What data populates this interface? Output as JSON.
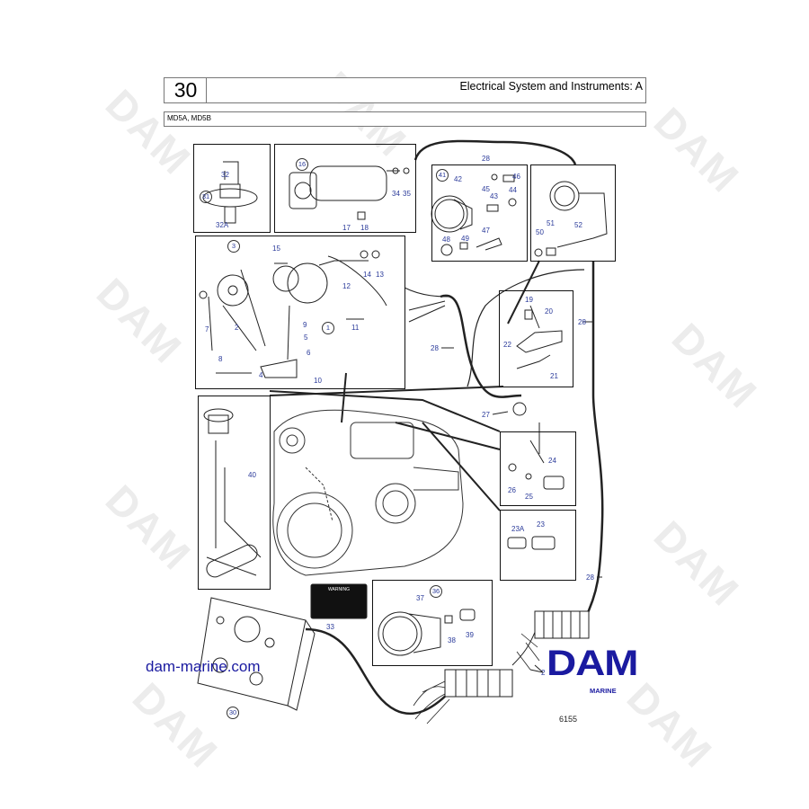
{
  "header": {
    "section_number": "30",
    "title": "Electrical System and Instruments: A",
    "models": "MD5A, MD5B"
  },
  "watermark": "DAM",
  "callouts": {
    "c32": "32",
    "c31": "31",
    "c32a": "32A",
    "c16": "16",
    "c34": "34",
    "c35": "35",
    "c17": "17",
    "c18": "18",
    "c41": "41",
    "c42": "42",
    "c45": "45",
    "c46": "46",
    "c43": "43",
    "c44": "44",
    "c47": "47",
    "c48": "48",
    "c49": "49",
    "c50": "50",
    "c51": "51",
    "c52": "52",
    "c3": "3",
    "c15": "15",
    "c14": "14",
    "c13": "13",
    "c12": "12",
    "c2": "2",
    "c7": "7",
    "c9": "9",
    "c1": "1",
    "c11": "11",
    "c5": "5",
    "c6": "6",
    "c8": "8",
    "c4": "4",
    "c10": "10",
    "c19": "19",
    "c20": "20",
    "c22": "22",
    "c21": "21",
    "c40": "40",
    "c24": "24",
    "c26": "26",
    "c25": "25",
    "c23a": "23A",
    "c23": "23",
    "c36": "36",
    "c37": "37",
    "c38": "38",
    "c39": "39",
    "c28a": "28",
    "c28b": "28",
    "c28c": "28",
    "c28d": "28",
    "c27": "27",
    "c33": "33",
    "c30": "30",
    "c29": "2"
  },
  "warning_plate": "WARNING",
  "footer": {
    "website": "dam-marine.com",
    "logo_text": "DAM",
    "logo_sub": "MARINE",
    "figure_number": "6155"
  },
  "colors": {
    "brand": "#1a1aa0",
    "callout": "#2a3a9a"
  }
}
